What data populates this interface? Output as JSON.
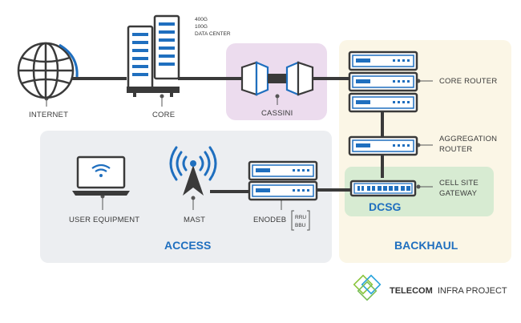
{
  "labels": {
    "internet": "INTERNET",
    "core": "CORE",
    "data_center_1": "400G",
    "data_center_2": "100G",
    "data_center_3": "DATA CENTER",
    "cassini": "CASSINI",
    "core_router": "CORE ROUTER",
    "aggregation_router_1": "AGGREGATION",
    "aggregation_router_2": "ROUTER",
    "cell_site_gateway_1": "CELL SITE",
    "cell_site_gateway_2": "GATEWAY",
    "dcsg": "DCSG",
    "user_equipment": "USER EQUIPMENT",
    "mast": "MAST",
    "enodeb": "ENODEB",
    "rru": "RRU",
    "bbu": "BBU",
    "access": "ACCESS",
    "backhaul": "BACKHAUL"
  },
  "brand": {
    "name_bold": "TELECOM",
    "name_rest": "INFRA PROJECT"
  },
  "colors": {
    "accent_blue": "#1f6fbf",
    "dark": "#3a3a3a",
    "access_bg": "#eceef1",
    "backhaul_bg": "#fbf6e6",
    "cassini_bg": "#ecdcee",
    "dcsg_bg": "#d7ebd2",
    "logo_green": "#8cc63f",
    "logo_blue": "#29a3dc"
  },
  "icons": [
    "globe-icon",
    "server-icon",
    "cassini-icon",
    "router-icon",
    "laptop-wifi-icon",
    "cell-tower-icon",
    "gateway-icon",
    "tip-logo-icon"
  ]
}
